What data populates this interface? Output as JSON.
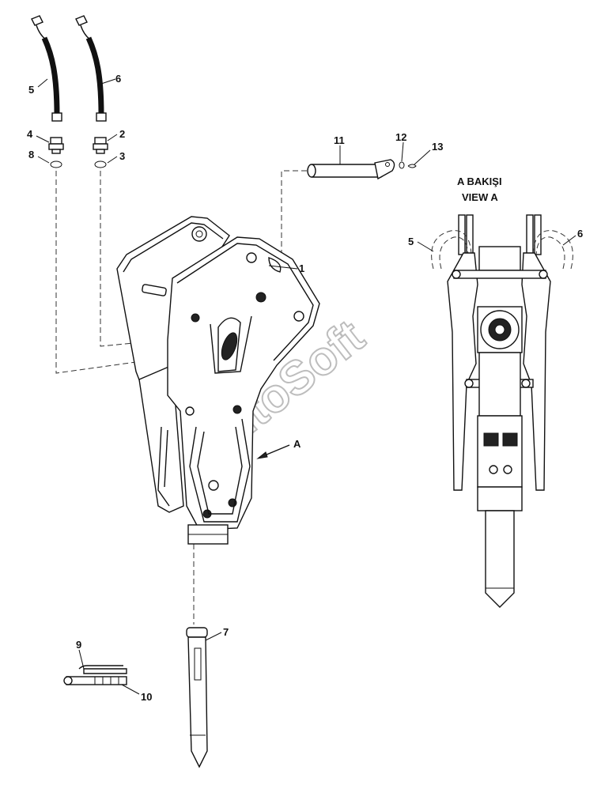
{
  "view_title": {
    "line1": "A BAKIŞI",
    "line2": "VIEW A"
  },
  "watermark": "AutoSoft",
  "callouts": {
    "c1": "1",
    "c2": "2",
    "c3": "3",
    "c4": "4",
    "c5": "5",
    "c6": "6",
    "c7": "7",
    "c8": "8",
    "c9": "9",
    "c10": "10",
    "c11": "11",
    "c12": "12",
    "c13": "13",
    "arrowA": "A",
    "view5": "5",
    "view6": "6"
  }
}
